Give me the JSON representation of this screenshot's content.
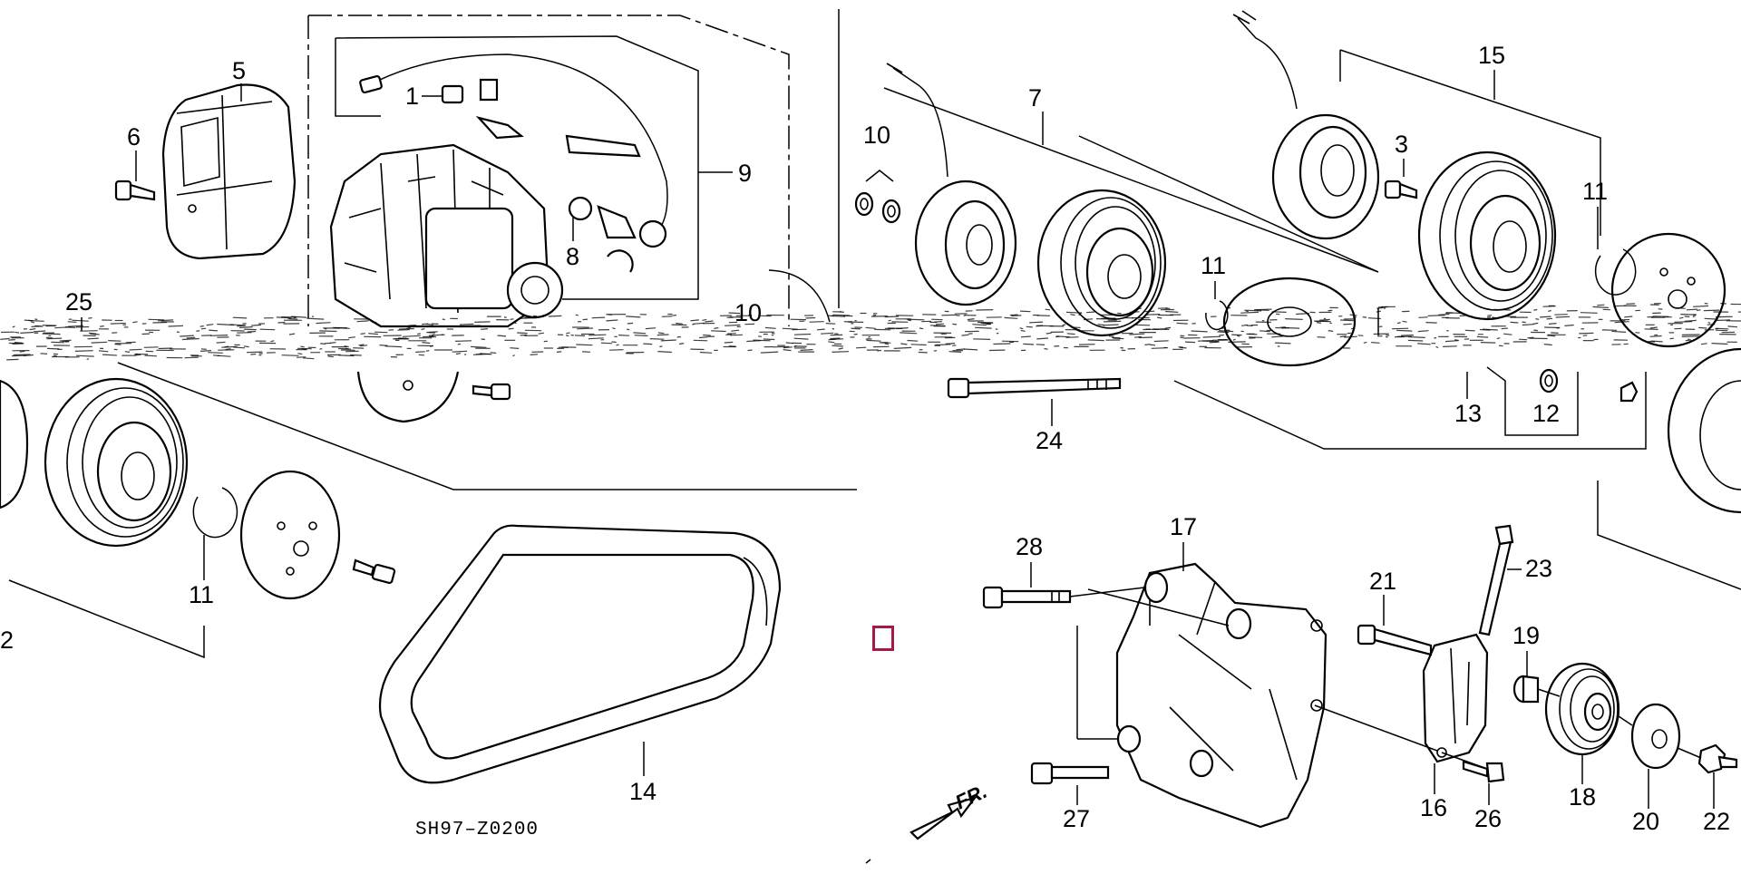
{
  "diagram": {
    "drawing_code": "SH97–Z0200",
    "direction_label": "FR.",
    "callouts": [
      "1",
      "2",
      "3",
      "5",
      "6",
      "7",
      "8",
      "9",
      "10",
      "10",
      "11",
      "11",
      "11",
      "12",
      "13",
      "14",
      "15",
      "16",
      "17",
      "18",
      "19",
      "20",
      "21",
      "22",
      "23",
      "24",
      "25",
      "26",
      "27",
      "28"
    ],
    "labels": {
      "p1": "1",
      "p2": "2",
      "p3": "3",
      "p5": "5",
      "p6": "6",
      "p7": "7",
      "p8": "8",
      "p9": "9",
      "p10a": "10",
      "p10b": "10",
      "p11a": "11",
      "p11b": "11",
      "p11c": "11",
      "p12": "12",
      "p13": "13",
      "p14": "14",
      "p15": "15",
      "p16": "16",
      "p17": "17",
      "p18": "18",
      "p19": "19",
      "p20": "20",
      "p21": "21",
      "p22": "22",
      "p23": "23",
      "p24": "24",
      "p25": "25",
      "p26": "26",
      "p27": "27",
      "p28": "28"
    },
    "colors": {
      "line": "#000000",
      "background": "#ffffff",
      "marker": "#a8174a"
    }
  }
}
